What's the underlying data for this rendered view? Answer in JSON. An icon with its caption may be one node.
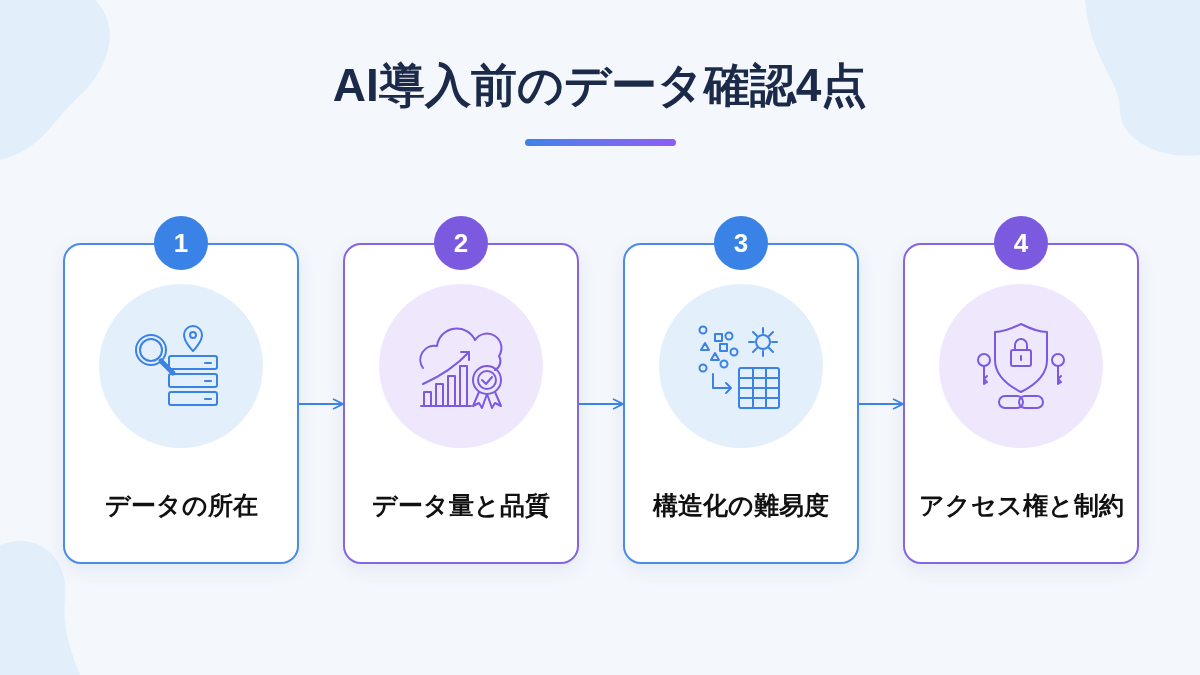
{
  "diagram": {
    "title": "AI導入前のデータ確認4点",
    "nodes": [
      {
        "text": [
          "1",
          "データの所在"
        ]
      },
      {
        "text": [
          "2",
          "データ量と品質"
        ]
      },
      {
        "text": [
          "3",
          "構造化の難易度"
        ]
      },
      {
        "text": [
          "4",
          "アクセス権と制約"
        ]
      }
    ],
    "edges": [
      {
        "from": 0,
        "to": 1,
        "arrow": "to"
      },
      {
        "from": 1,
        "to": 2,
        "arrow": "to"
      },
      {
        "from": 2,
        "to": 3,
        "arrow": "to"
      }
    ]
  }
}
